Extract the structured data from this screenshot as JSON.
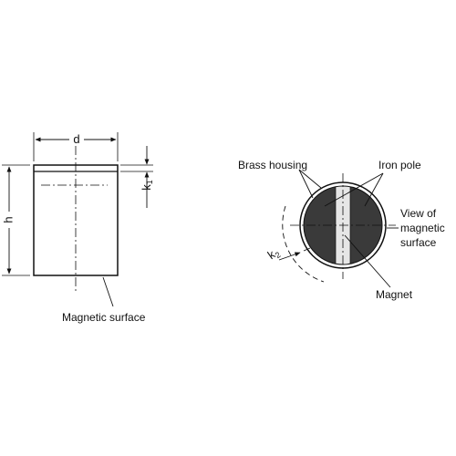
{
  "colors": {
    "ink": "#111111",
    "pole": "#3a3a3a",
    "magnet": "#e6e6e6",
    "background": "#ffffff"
  },
  "side_view": {
    "dim_d": "d",
    "dim_h": "h",
    "dim_k1_letter": "k",
    "dim_k1_sub": "1",
    "magnetic_surface": "Magnetic surface"
  },
  "front_view": {
    "brass_housing": "Brass housing",
    "iron_pole": "Iron pole",
    "view_line1": "View of",
    "view_line2": "magnetic",
    "view_line3": "surface",
    "magnet": "Magnet",
    "dim_k2_letter": "k",
    "dim_k2_sub": "2"
  }
}
